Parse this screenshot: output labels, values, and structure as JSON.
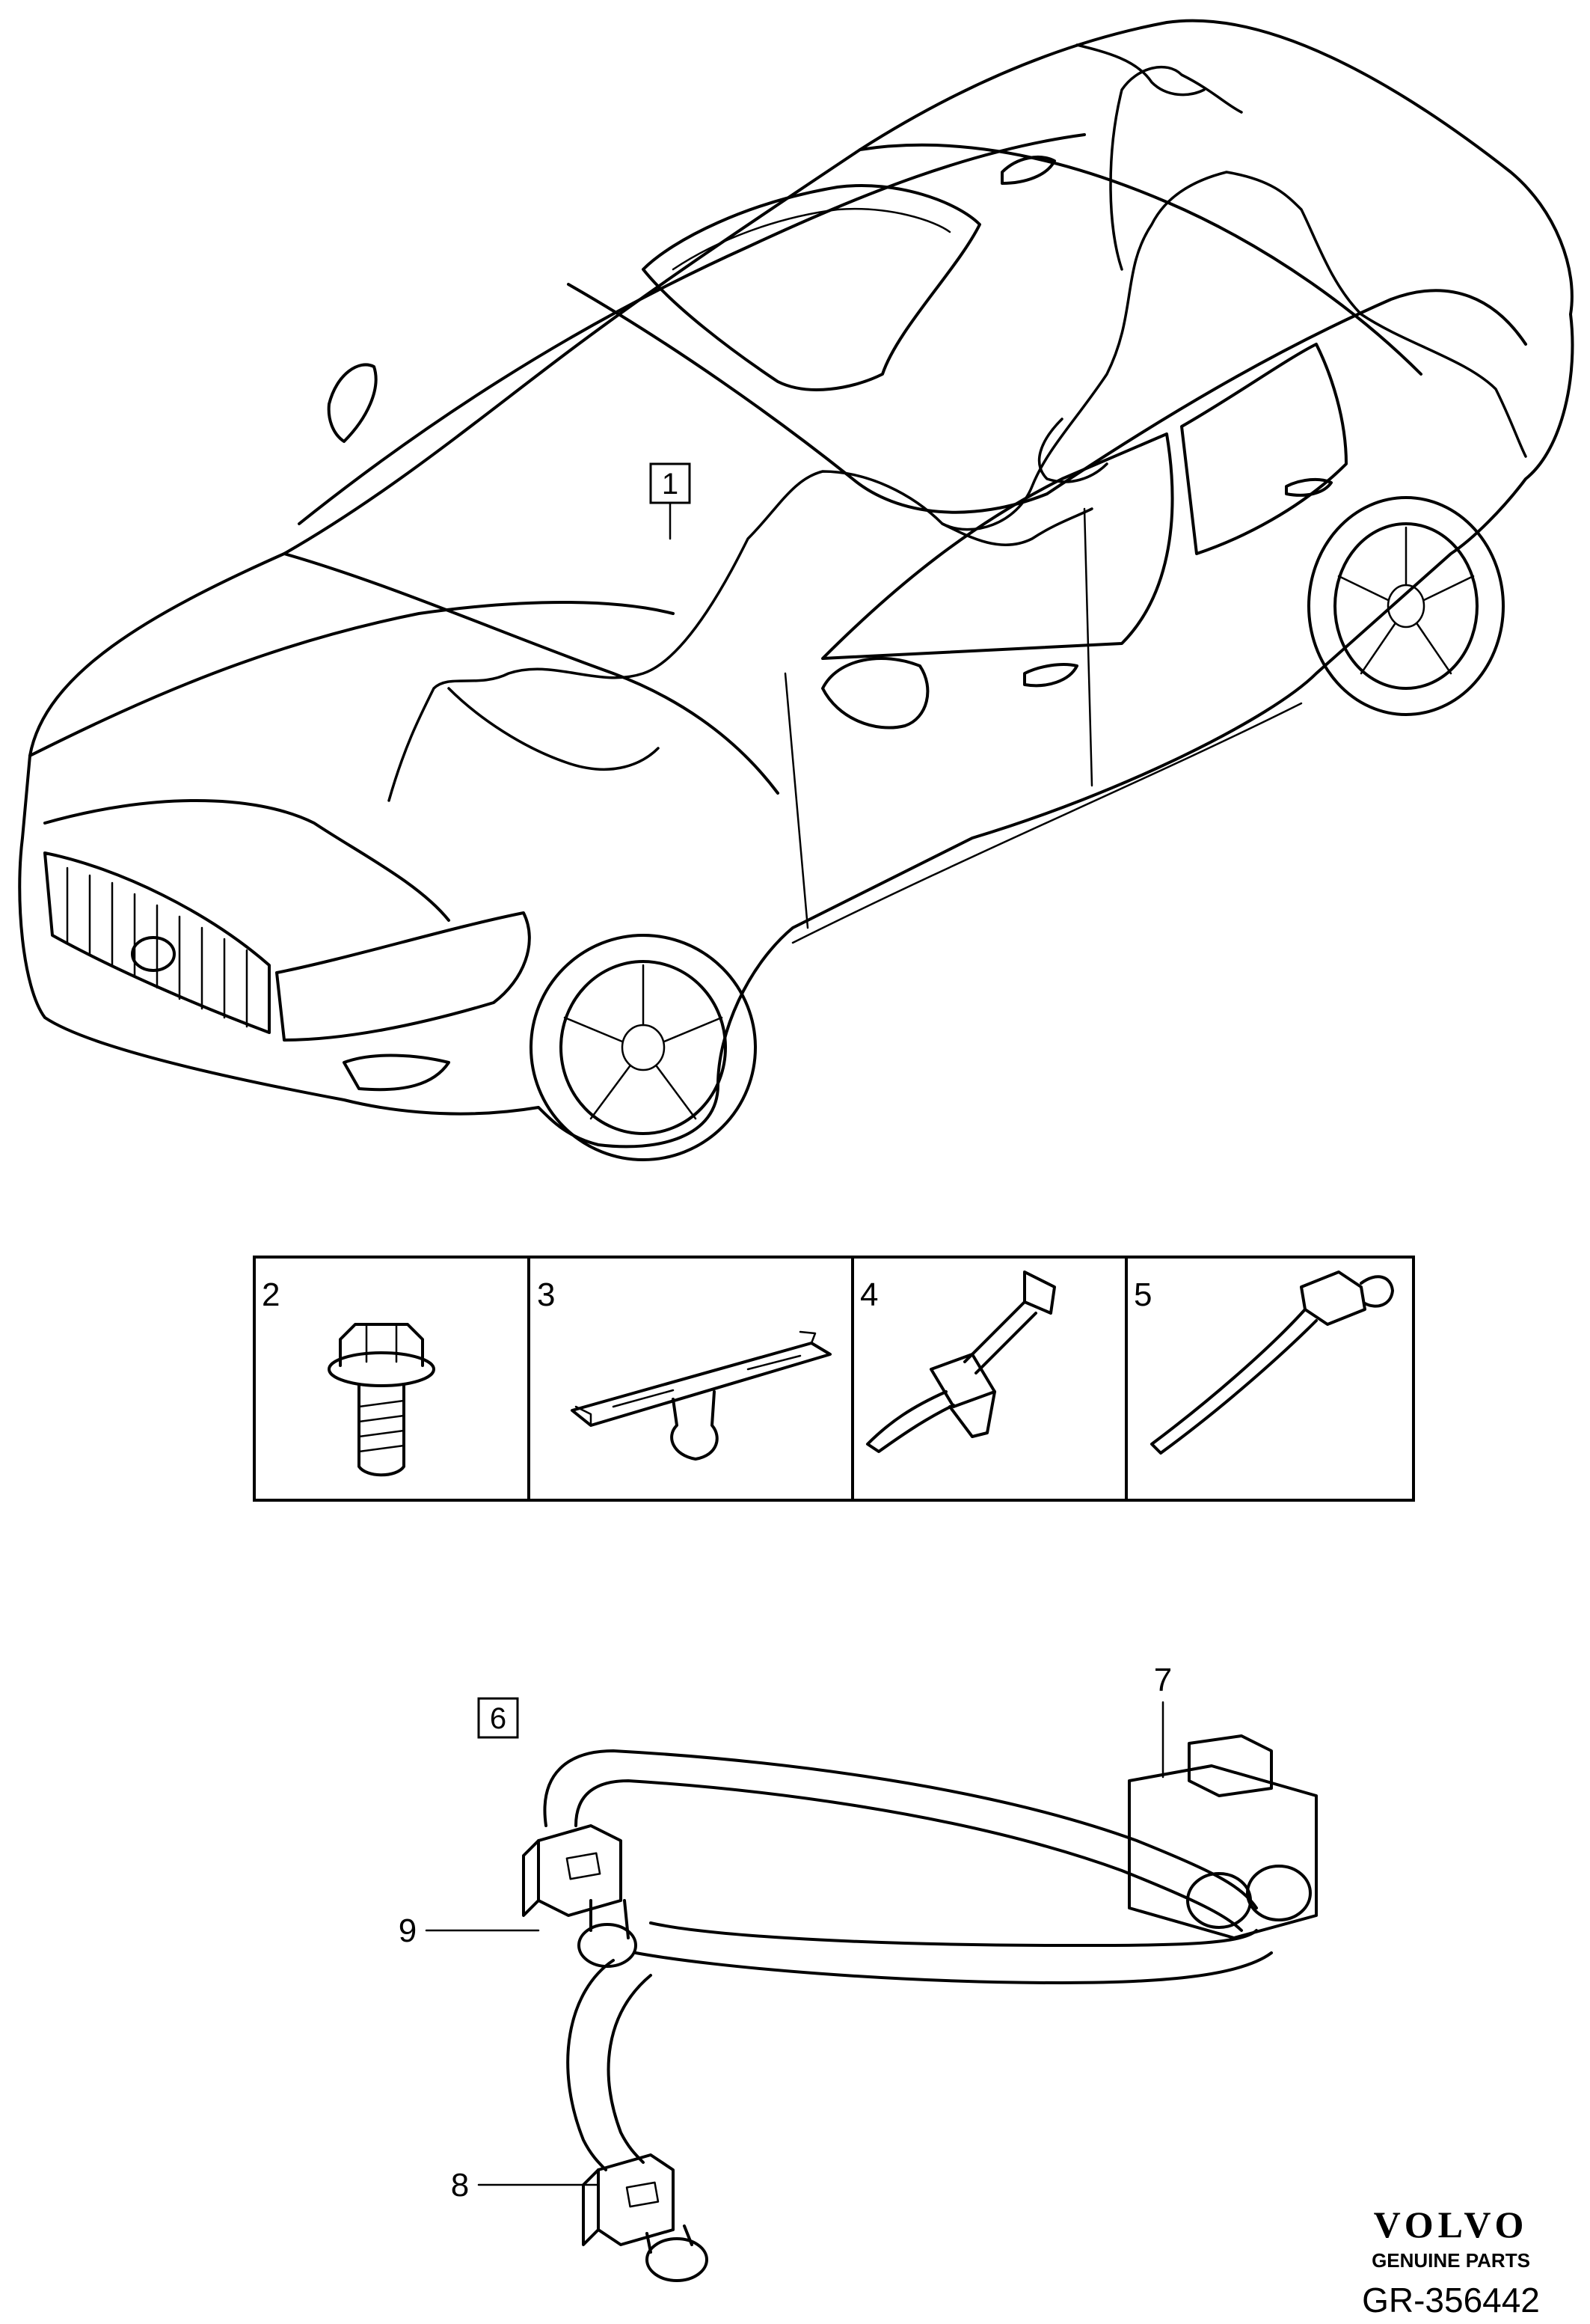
{
  "callouts": {
    "c1": "1",
    "c2": "2",
    "c3": "3",
    "c4": "4",
    "c5": "5",
    "c6": "6",
    "c7": "7",
    "c8": "8",
    "c9": "9"
  },
  "brand": {
    "logo": "VOLVO",
    "subtitle": "GENUINE PARTS"
  },
  "diagram_id": "GR-356442",
  "icons": [
    "car-icon",
    "flange-bolt-icon",
    "clip-rail-icon",
    "cable-tie-clip-icon",
    "cable-tie-icon",
    "cable-harness-icon"
  ]
}
